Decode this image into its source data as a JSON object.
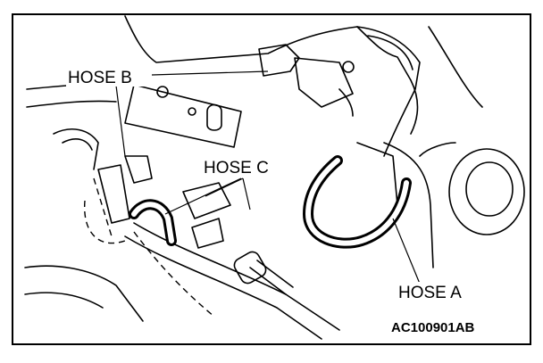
{
  "labels": {
    "hose_a": "HOSE A",
    "hose_b": "HOSE B",
    "hose_c": "HOSE C"
  },
  "figure_code": "AC100901AB",
  "colors": {
    "ink": "#000000",
    "paper": "#ffffff"
  }
}
